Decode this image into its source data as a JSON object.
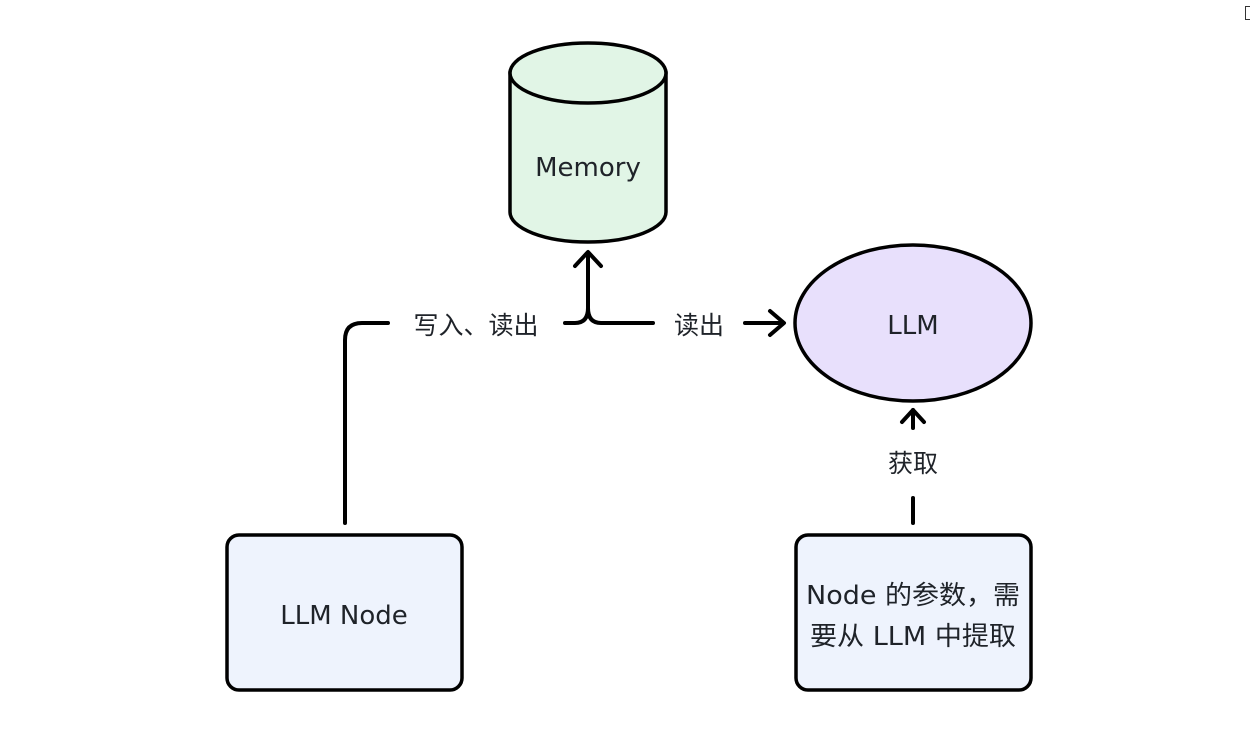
{
  "nodes": {
    "memory": {
      "label": "Memory",
      "shape": "cylinder",
      "fill": "#e1f5e6"
    },
    "llm": {
      "label": "LLM",
      "shape": "ellipse",
      "fill": "#e8e0fc"
    },
    "llm_node": {
      "label": "LLM Node",
      "shape": "rounded-rect",
      "fill": "#eef3fd"
    },
    "node_params": {
      "label_line1": "Node 的参数，需",
      "label_line2": "要从 LLM 中提取",
      "shape": "rounded-rect",
      "fill": "#eef3fd"
    }
  },
  "edges": {
    "llm_node_to_memory": {
      "label": "写入、读出"
    },
    "memory_to_llm": {
      "label": "读出"
    },
    "node_params_to_llm": {
      "label": "获取"
    }
  },
  "colors": {
    "stroke": "#000000",
    "text": "#1f2329"
  }
}
